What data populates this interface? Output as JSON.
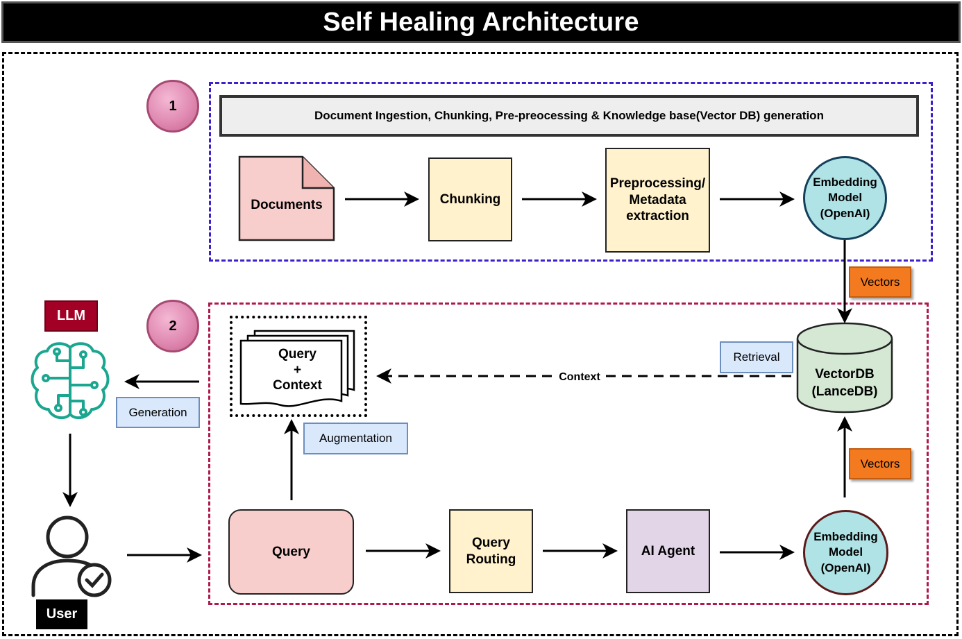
{
  "title": "Self Healing Architecture",
  "section1": {
    "badge": "1",
    "banner": "Document Ingestion, Chunking, Pre-preocessing & Knowledge base(Vector DB) generation",
    "documents": "Documents",
    "chunking": "Chunking",
    "preprocessing_line1": "Preprocessing/",
    "preprocessing_line2": "Metadata",
    "preprocessing_line3": "extraction",
    "embedding_line1": "Embedding",
    "embedding_line2": "Model",
    "embedding_line3": "(OpenAI)"
  },
  "vectors_top": "Vectors",
  "section2": {
    "badge": "2",
    "vectordb_line1": "VectorDB",
    "vectordb_line2": "(LanceDB)",
    "retrieval": "Retrieval",
    "context": "Context",
    "query_context_line1": "Query",
    "query_context_line2": "+",
    "query_context_line3": "Context",
    "augmentation": "Augmentation",
    "query": "Query",
    "query_routing_line1": "Query",
    "query_routing_line2": "Routing",
    "ai_agent": "AI Agent",
    "embedding_line1": "Embedding",
    "embedding_line2": "Model",
    "embedding_line3": "(OpenAI)",
    "vectors_bottom": "Vectors"
  },
  "llm_label": "LLM",
  "generation": "Generation",
  "user_label": "User",
  "colors": {
    "section1_border": "#3d1fcc",
    "section2_border": "#b0184a",
    "llm_icon": "#1aa68f",
    "vectors_tag": "#f47a20",
    "tag_blue": "#dae8fc"
  },
  "icons": [
    "brain-circuit-icon",
    "user-check-icon",
    "document-icon",
    "database-cylinder-icon",
    "stacked-documents-icon"
  ]
}
